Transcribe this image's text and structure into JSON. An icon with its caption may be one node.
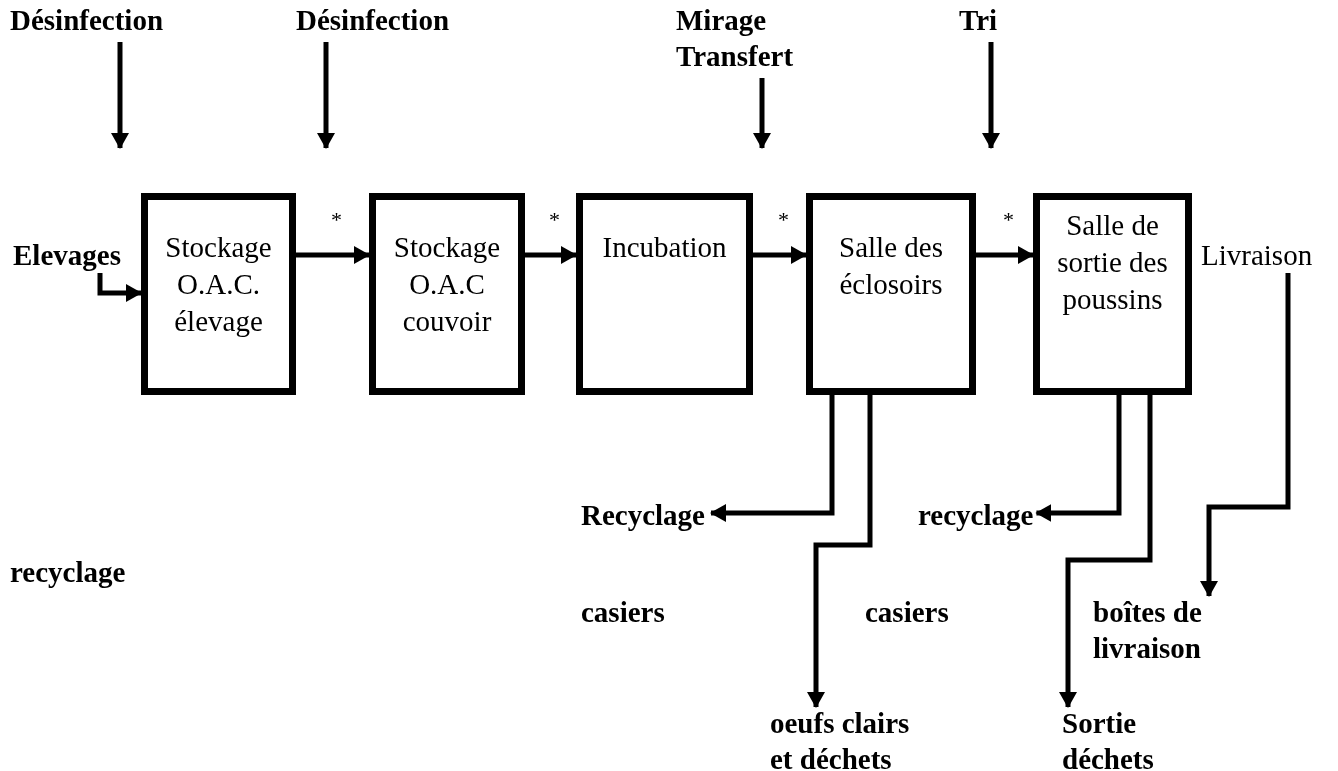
{
  "diagram": {
    "nodes": [
      {
        "text": [
          "Désinfection"
        ]
      },
      {
        "text": [
          "Désinfection"
        ]
      },
      {
        "text": [
          "Mirage Transfert"
        ]
      },
      {
        "text": [
          "Tri"
        ]
      },
      {
        "text": [
          "Elevages"
        ]
      },
      {
        "text": [
          "Stockage O.A.C. élevage"
        ]
      },
      {
        "text": [
          "Stockage O.A.C couvoir"
        ]
      },
      {
        "text": [
          "Incubation"
        ]
      },
      {
        "text": [
          "Salle des éclosoirs"
        ]
      },
      {
        "text": [
          "Salle de sortie des poussins"
        ]
      },
      {
        "text": [
          "Livraison"
        ]
      },
      {
        "text": [
          "Recyclage"
        ]
      },
      {
        "text": [
          "recyclage"
        ]
      },
      {
        "text": [
          "boîtes de livraison"
        ]
      },
      {
        "text": [
          "oeufs clairs et déchets"
        ]
      },
      {
        "text": [
          "Sortie déchets"
        ]
      }
    ],
    "edges": [
      {
        "from": 0,
        "to": null,
        "arrow": "to"
      },
      {
        "from": 1,
        "to": null,
        "arrow": "to"
      },
      {
        "from": 2,
        "to": null,
        "arrow": "to"
      },
      {
        "from": 3,
        "to": null,
        "arrow": "to"
      },
      {
        "from": 4,
        "to": 5,
        "arrow": "to"
      },
      {
        "from": 5,
        "to": 6,
        "arrow": "to",
        "label": "*"
      },
      {
        "from": 6,
        "to": 7,
        "arrow": "to",
        "label": "*"
      },
      {
        "from": 7,
        "to": 8,
        "arrow": "to",
        "label": "*"
      },
      {
        "from": 8,
        "to": 9,
        "arrow": "to",
        "label": "*"
      },
      {
        "from": 8,
        "to": 11,
        "arrow": "to"
      },
      {
        "from": 8,
        "to": 14,
        "arrow": "to"
      },
      {
        "from": 9,
        "to": 12,
        "arrow": "to"
      },
      {
        "from": 9,
        "to": 15,
        "arrow": "to"
      },
      {
        "from": 10,
        "to": 13,
        "arrow": "to"
      }
    ],
    "labels": [
      "recyclage",
      "casiers",
      "casiers"
    ]
  }
}
